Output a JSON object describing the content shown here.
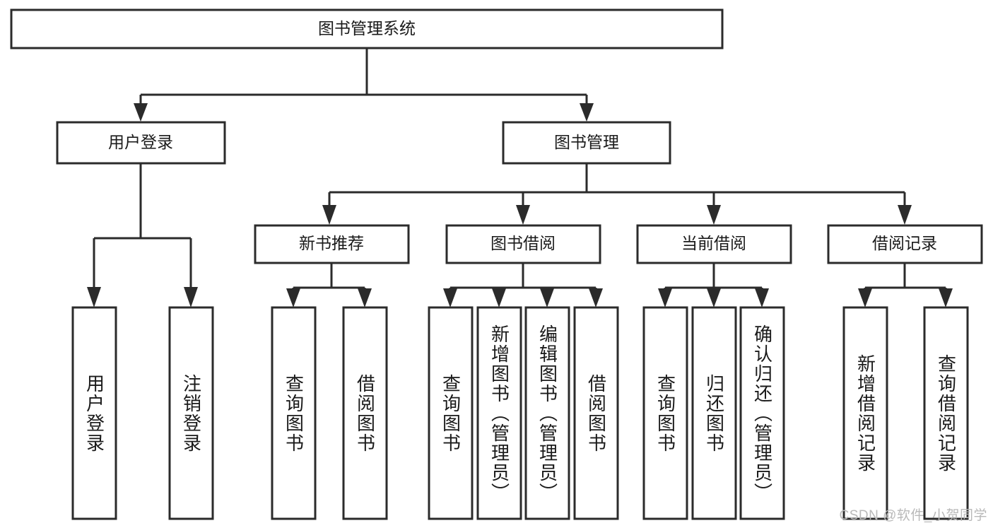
{
  "diagram": {
    "type": "tree",
    "title_node": {
      "label": "图书管理系统"
    },
    "level2": [
      {
        "id": "user-login",
        "label": "用户登录"
      },
      {
        "id": "book-manage",
        "label": "图书管理"
      }
    ],
    "level3": [
      {
        "id": "new-book-recommend",
        "label": "新书推荐",
        "parent": "book-manage"
      },
      {
        "id": "book-borrow",
        "label": "图书借阅",
        "parent": "book-manage"
      },
      {
        "id": "current-borrow",
        "label": "当前借阅",
        "parent": "book-manage"
      },
      {
        "id": "borrow-record",
        "label": "借阅记录",
        "parent": "book-manage"
      }
    ],
    "leaves": {
      "user_login": [
        {
          "id": "leaf-user-login",
          "label": "用户登录"
        },
        {
          "id": "leaf-user-logout",
          "label": "注销登录"
        }
      ],
      "new_book_recommend": [
        {
          "id": "leaf-query-book-1",
          "label": "查询图书"
        },
        {
          "id": "leaf-borrow-book-1",
          "label": "借阅图书"
        }
      ],
      "book_borrow": [
        {
          "id": "leaf-query-book-2",
          "label": "查询图书"
        },
        {
          "id": "leaf-add-book",
          "label": "新增图书（管理员）"
        },
        {
          "id": "leaf-edit-book",
          "label": "编辑图书（管理员）"
        },
        {
          "id": "leaf-borrow-book-2",
          "label": "借阅图书"
        }
      ],
      "current_borrow": [
        {
          "id": "leaf-query-book-3",
          "label": "查询图书"
        },
        {
          "id": "leaf-return-book",
          "label": "归还图书"
        },
        {
          "id": "leaf-confirm-return",
          "label": "确认归还（管理员）"
        }
      ],
      "borrow_record": [
        {
          "id": "leaf-add-record",
          "label": "新增借阅记录"
        },
        {
          "id": "leaf-query-record",
          "label": "查询借阅记录"
        }
      ]
    }
  },
  "watermark": {
    "text": "CSDN @软件_小贺同学"
  },
  "colors": {
    "stroke": "#2b2b2b",
    "box_fill": "#ffffff",
    "text": "#1a1a1a",
    "watermark": "#b9b9b9",
    "background": "#ffffff"
  }
}
